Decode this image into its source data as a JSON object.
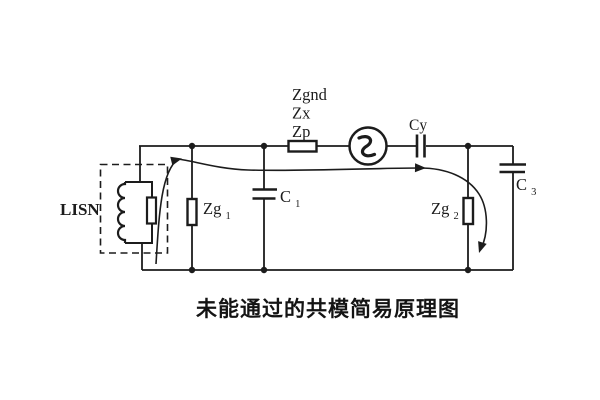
{
  "figure": {
    "caption": "未能通过的共模简易原理图",
    "labels": {
      "lisn": "LISN",
      "series": [
        "Zgnd",
        "Zx",
        "Zp"
      ],
      "cy": "Cy",
      "c1": {
        "main": "C",
        "sub": "1"
      },
      "c3": {
        "main": "C",
        "sub": "3"
      },
      "zg1": {
        "main": "Zg",
        "sub": "1"
      },
      "zg2": {
        "main": "Zg",
        "sub": "2"
      }
    },
    "icons": {
      "noise_source": "ac-noise-source-icon",
      "current_path": "common-mode-current-flow-arrow"
    },
    "colors": {
      "ink": "#1c1c1c",
      "background": "#ffffff"
    }
  }
}
